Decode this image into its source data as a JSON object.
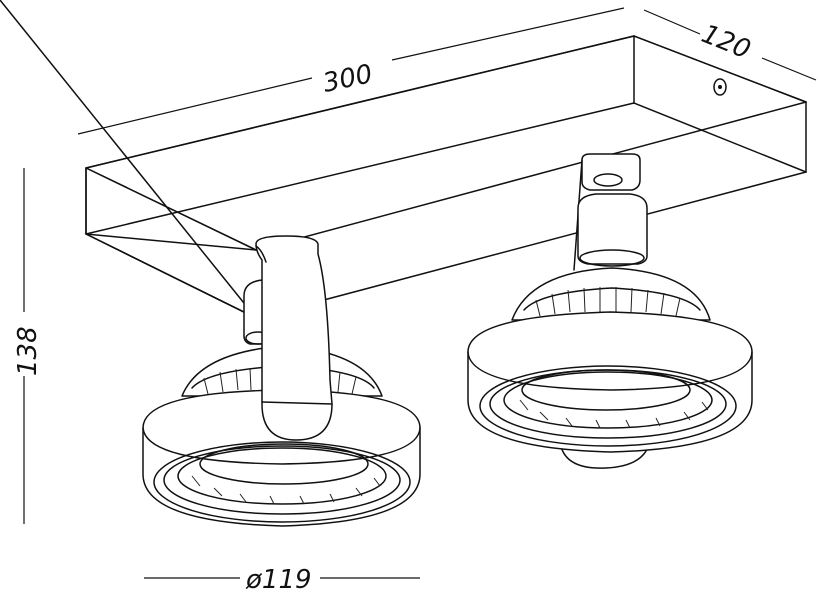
{
  "drawing": {
    "subject": "Double ceiling spotlight (2 adjustable round lamps on rectangular base)",
    "units": "mm",
    "stroke_color": "#111111",
    "background": "#ffffff"
  },
  "dimensions": {
    "length": {
      "label": "300",
      "value": 300
    },
    "width": {
      "label": "120",
      "value": 120
    },
    "height": {
      "label": "138",
      "value": 138
    },
    "lamp_diameter": {
      "label": "ø119",
      "value": 119
    }
  },
  "parts": [
    {
      "id": "base",
      "label": "rectangular ceiling base"
    },
    {
      "id": "screw",
      "label": "mounting screw"
    },
    {
      "id": "lamp-left",
      "label": "left spotlight"
    },
    {
      "id": "lamp-right",
      "label": "right spotlight"
    }
  ]
}
